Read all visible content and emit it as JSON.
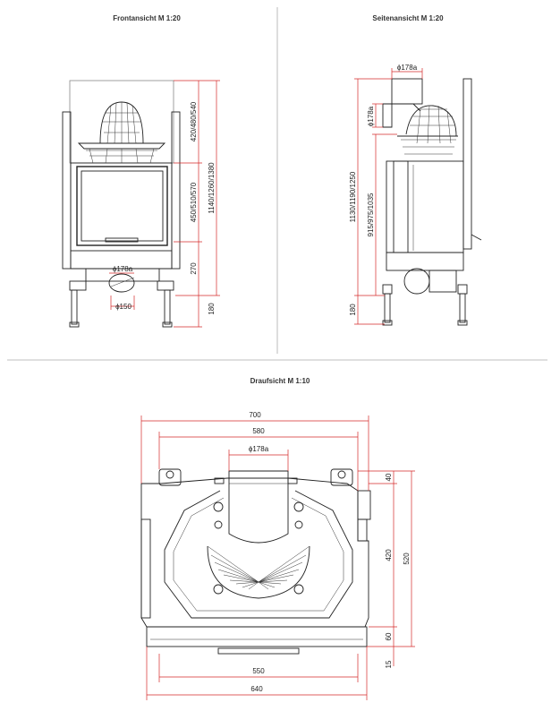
{
  "titles": {
    "front": "Frontansicht M 1:20",
    "side": "Seitenansicht M 1:20",
    "top": "Draufsicht M 1:10"
  },
  "front_dims": {
    "d_top": "420/480/540",
    "d_mid": "450/510/570",
    "d_total": "1140/1260/1380",
    "d_270": "270",
    "d_180": "180",
    "d_phi_outlet": "ϕ178a",
    "d_phi150": "ϕ150"
  },
  "side_dims": {
    "d_phi_top": "ϕ178a",
    "d_phi_left": "ϕ178a",
    "d_total": "1130/1190/1250",
    "d_inner": "915/975/1035",
    "d_180": "180"
  },
  "top_dims": {
    "d_700": "700",
    "d_580": "580",
    "d_phi": "ϕ178a",
    "d_40": "40",
    "d_420": "420",
    "d_520": "520",
    "d_60": "60",
    "d_15": "15",
    "d_550": "550",
    "d_640": "640"
  }
}
